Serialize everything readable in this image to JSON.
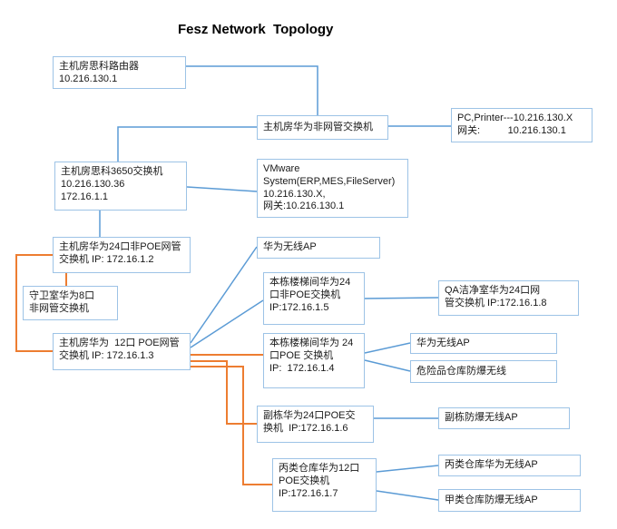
{
  "title": "Fesz Network  Topology",
  "colors": {
    "line_blue": "#5B9BD5",
    "line_orange": "#ED7D31",
    "box_border": "#9DC3E6"
  },
  "nodes": {
    "router": "主机房思科路由器\n10.216.130.1",
    "core_switch": "主机房华为非网管交换机",
    "pc_printer": "PC,Printer---10.216.130.X\n网关:          10.216.130.1",
    "cisco_3650": "主机房思科3650交换机\n10.216.130.36\n172.16.1.1",
    "vmware": "VMware\nSystem(ERP,MES,FileServer)\n10.216.130.X,\n网关:10.216.130.1",
    "nonpoe_24": "主机房华为24口非POE网管\n交换机 IP: 172.16.1.2",
    "guard_room": "守卫室华为8口\n非网管交换机",
    "ap_main": "华为无线AP",
    "stair_nonpoe": "本栋楼梯间华为24\n口非POE交换机\nIP:172.16.1.5",
    "qa_clean": "QA洁净室华为24口网\n管交换机 IP:172.16.1.8",
    "poe_12": "主机房华为  12口 POE网管\n交换机 IP: 172.16.1.3",
    "stair_poe": "本栋楼梯间华为 24\n口POE 交换机\nIP:  172.16.1.4",
    "ap_stair": "华为无线AP",
    "hazard_ap": "危险品仓库防爆无线",
    "annex_poe": "副栋华为24口POE交\n换机  IP:172.16.1.6",
    "annex_ap": "副栋防爆无线AP",
    "warehouse_c": "丙类仓库华为12口\nPOE交换机\nIP:172.16.1.7",
    "warehouse_c_ap": "丙类仓库华为无线AP",
    "warehouse_a_ap": "甲类仓库防爆无线AP"
  }
}
